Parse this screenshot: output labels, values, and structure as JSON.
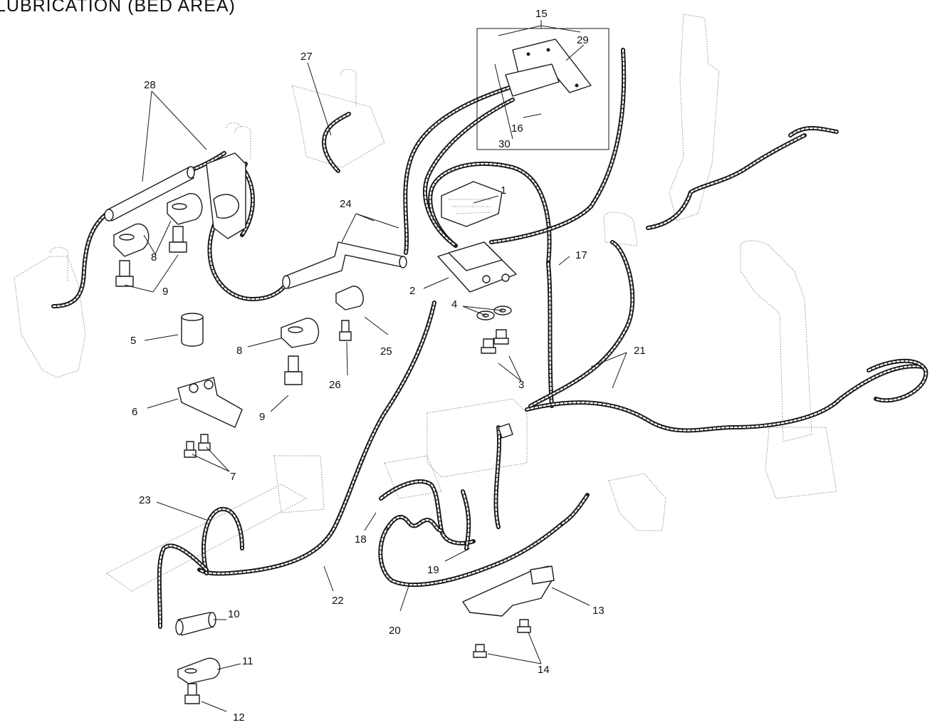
{
  "title": "LUBRICATION (BED AREA)",
  "labels": {
    "l1": "1",
    "l2": "2",
    "l3": "3",
    "l4": "4",
    "l5": "5",
    "l6": "6",
    "l7": "7",
    "l8a": "8",
    "l8b": "8",
    "l9a": "9",
    "l9b": "9",
    "l10": "10",
    "l11": "11",
    "l12": "12",
    "l13": "13",
    "l14": "14",
    "l15": "15",
    "l16": "16",
    "l17": "17",
    "l18": "18",
    "l19": "19",
    "l20": "20",
    "l21": "21",
    "l22": "22",
    "l23": "23",
    "l24": "24",
    "l25": "25",
    "l26": "26",
    "l27": "27",
    "l28": "28",
    "l29": "29",
    "l30": "30"
  }
}
